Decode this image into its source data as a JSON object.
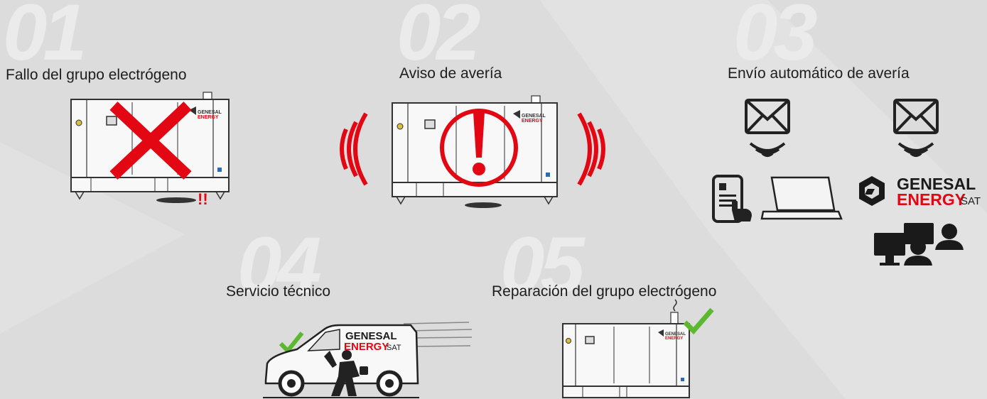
{
  "steps": [
    {
      "number": "01",
      "label": "Fallo del grupo electrógeno"
    },
    {
      "number": "02",
      "label": "Aviso de avería"
    },
    {
      "number": "03",
      "label": "Envío automático de avería"
    },
    {
      "number": "04",
      "label": "Servicio técnico"
    },
    {
      "number": "05",
      "label": "Reparación del grupo electrógeno"
    }
  ],
  "brand": {
    "line1": "GENESAL",
    "line2": "ENERGY",
    "suffix": "SAT",
    "alert_marks": "!!"
  },
  "colors": {
    "background": "#dcdcdc",
    "number": "#ebebeb",
    "red": "#e30613",
    "green": "#5cb82e",
    "dark": "#1d1d1d"
  },
  "icons": [
    "generator-icon",
    "red-x-icon",
    "warning-exclamation-icon",
    "sound-waves-icon",
    "envelope-icon",
    "wireless-signal-icon",
    "smartphone-icon",
    "laptop-icon",
    "genesal-logo-icon",
    "operators-icon",
    "service-van-icon",
    "technician-icon",
    "checkmark-icon"
  ]
}
